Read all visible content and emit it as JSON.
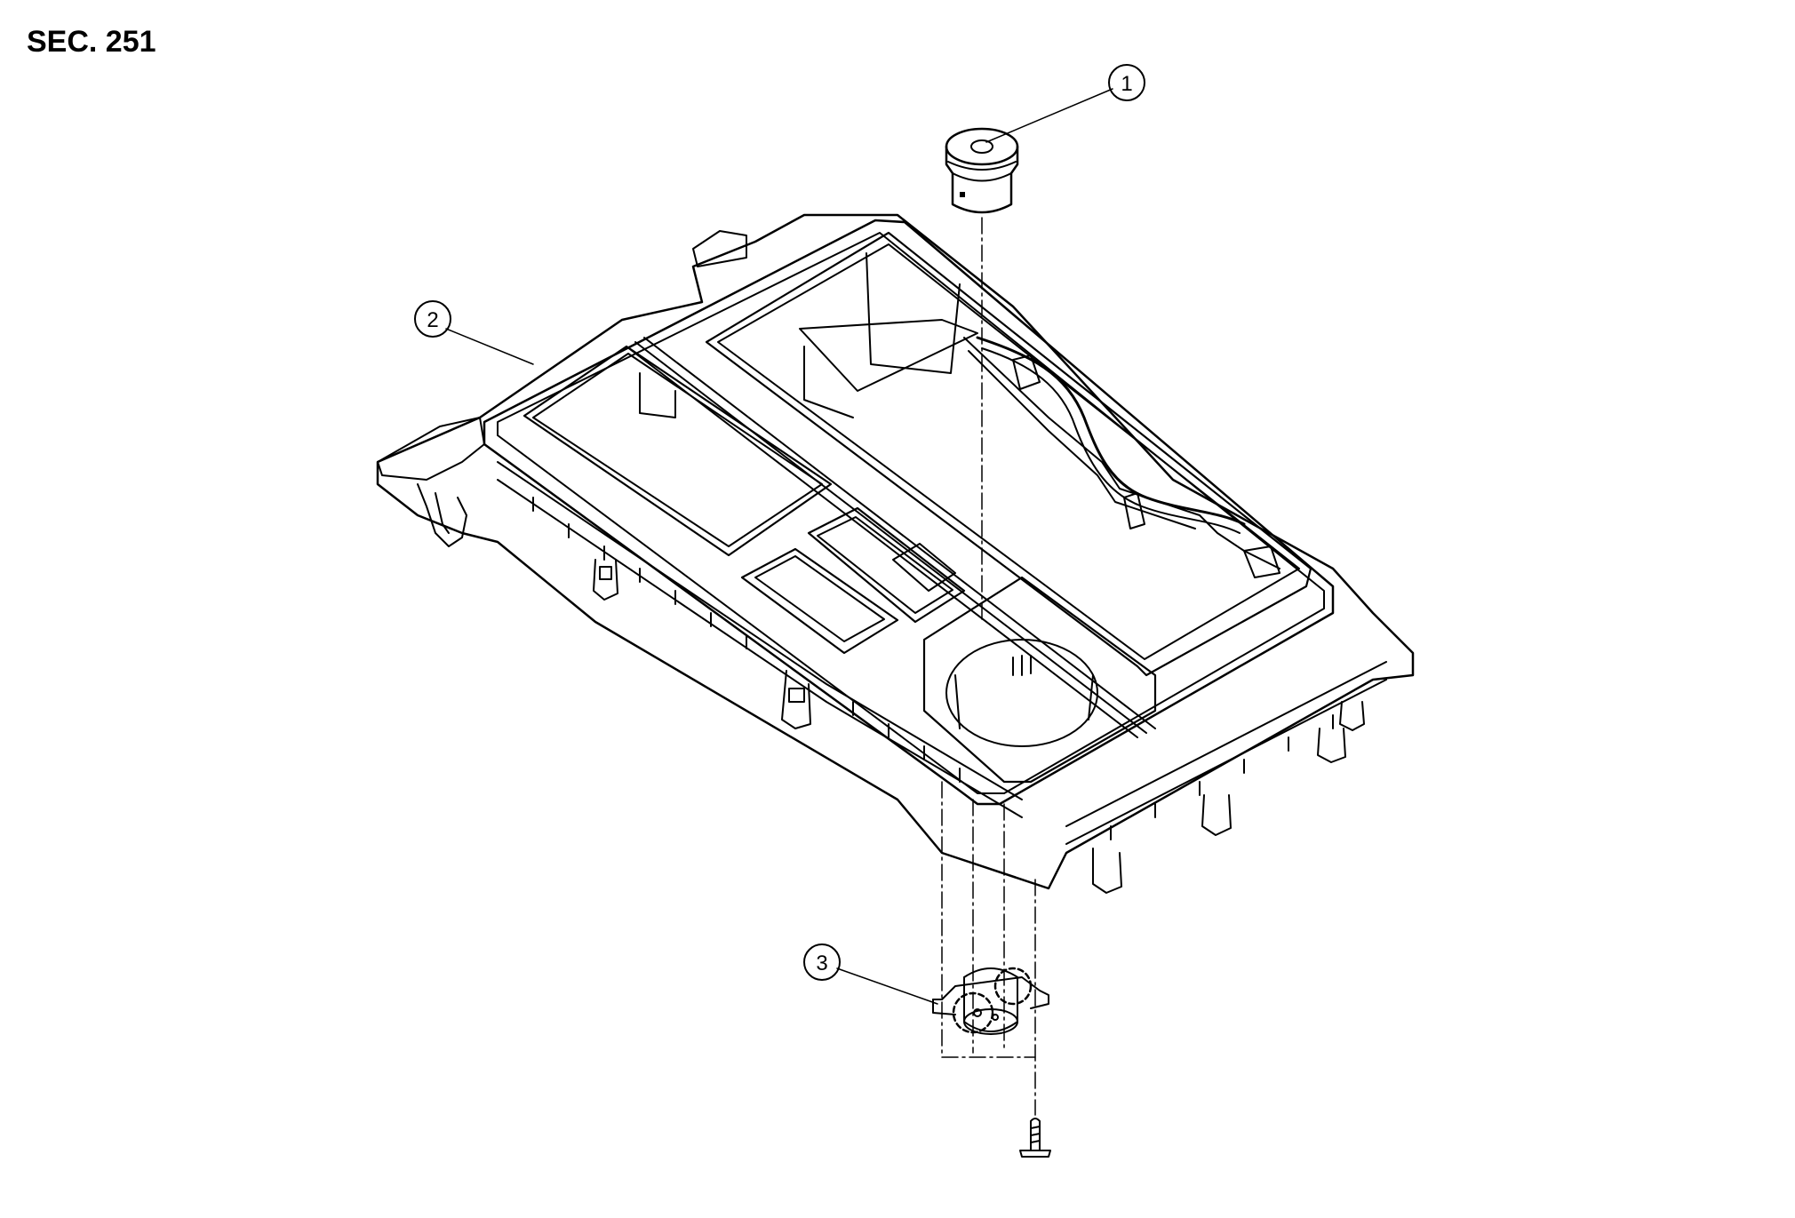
{
  "section_label": "SEC. 251",
  "callouts": [
    {
      "number": "1"
    },
    {
      "number": "2"
    },
    {
      "number": "3"
    }
  ]
}
